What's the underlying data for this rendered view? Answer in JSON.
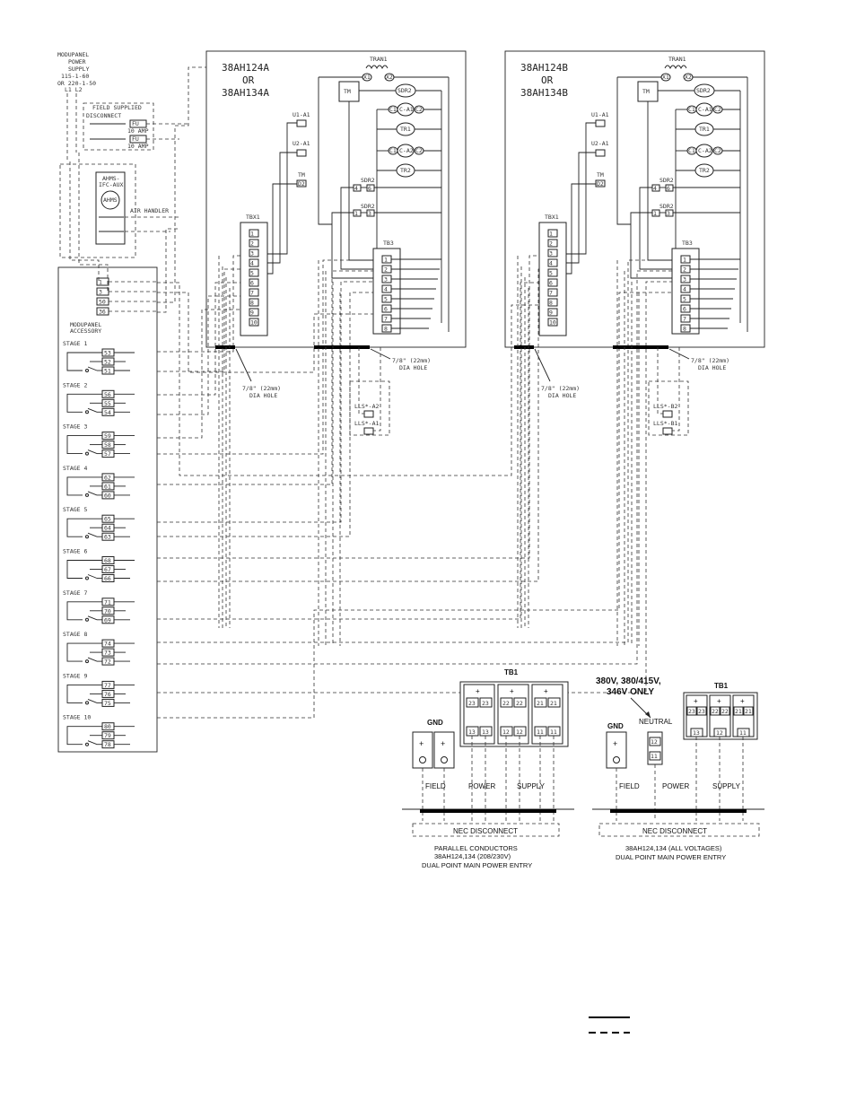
{
  "power_supply": {
    "lines": [
      "MODUPANEL",
      "POWER",
      "SUPPLY",
      "115-1-60",
      "OR 220-1-50",
      "L1  L2"
    ],
    "disconnect_label": [
      "FIELD SUPPLIED",
      "DISCONNECT"
    ],
    "fuses": [
      {
        "tag": "FU",
        "rating": "10 AMP"
      },
      {
        "tag": "FU",
        "rating": "10 AMP"
      }
    ]
  },
  "air_handler": {
    "lines": [
      "AHMS-",
      "IFC-AUX"
    ],
    "motor": "AHMS",
    "label": "AIR HANDLER"
  },
  "modupanel": {
    "top_terminals": [
      "1",
      "3",
      "50",
      "36"
    ],
    "title": [
      "MODUPANEL",
      "ACCESSORY"
    ],
    "stages": [
      {
        "label": "STAGE 1",
        "terminals": [
          "53",
          "52",
          "51"
        ]
      },
      {
        "label": "STAGE 2",
        "terminals": [
          "56",
          "55",
          "54"
        ]
      },
      {
        "label": "STAGE 3",
        "terminals": [
          "59",
          "58",
          "57"
        ]
      },
      {
        "label": "STAGE 4",
        "terminals": [
          "62",
          "61",
          "60"
        ]
      },
      {
        "label": "STAGE 5",
        "terminals": [
          "65",
          "64",
          "63"
        ]
      },
      {
        "label": "STAGE 6",
        "terminals": [
          "68",
          "67",
          "66"
        ]
      },
      {
        "label": "STAGE 7",
        "terminals": [
          "71",
          "70",
          "69"
        ]
      },
      {
        "label": "STAGE 8",
        "terminals": [
          "74",
          "73",
          "72"
        ]
      },
      {
        "label": "STAGE 9",
        "terminals": [
          "77",
          "76",
          "75"
        ]
      },
      {
        "label": "STAGE 10",
        "terminals": [
          "80",
          "79",
          "78"
        ]
      }
    ]
  },
  "units": [
    {
      "title": [
        "38AH124A",
        "OR",
        "38AH134A"
      ],
      "tran": "TRAN1",
      "x1": "X1",
      "x2": "X2",
      "tm": "TM",
      "sdr2": "SDR2",
      "tr1": "TR1",
      "tr2": "TR2",
      "ca1": "C-A1",
      "ca2": "C-A2",
      "c1": "C1",
      "c2": "C2",
      "coil_a": "U1-A1",
      "coil_b": "U2-A1",
      "tm_tag": "TM",
      "d2": "D2",
      "sdr_a": "SDR2",
      "sdr_b": "SDR2",
      "sdr_a_terms": [
        "4",
        "6"
      ],
      "sdr_b_terms": [
        "1",
        "3"
      ],
      "tbx": "TBX1",
      "tbx_terms": [
        "1",
        "2",
        "3",
        "4",
        "5",
        "6",
        "7",
        "8",
        "9",
        "10"
      ],
      "tb3": "TB3",
      "tb3_terms": [
        "1",
        "2",
        "3",
        "4",
        "5",
        "6",
        "7",
        "8"
      ],
      "hole_left": [
        "7/8\" (22mm)",
        "DIA HOLE"
      ],
      "hole_right": [
        "7/8\" (22mm)",
        "DIA HOLE"
      ],
      "lls": [
        "LLS*-A2",
        "LLS*-A1"
      ]
    },
    {
      "title": [
        "38AH124B",
        "OR",
        "38AH134B"
      ],
      "tran": "TRAN1",
      "x1": "X1",
      "x2": "X2",
      "tm": "TM",
      "sdr2": "SDR2",
      "tr1": "TR1",
      "tr2": "TR2",
      "ca1": "C-A1",
      "ca2": "C-A2",
      "c1": "C1",
      "c2": "C2",
      "coil_a": "U1-A1",
      "coil_b": "U2-A1",
      "tm_tag": "TM",
      "d2": "D2",
      "sdr_a": "SDR2",
      "sdr_b": "SDR2",
      "sdr_a_terms": [
        "4",
        "6"
      ],
      "sdr_b_terms": [
        "1",
        "3"
      ],
      "tbx": "TBX1",
      "tbx_terms": [
        "1",
        "2",
        "3",
        "4",
        "5",
        "6",
        "7",
        "8",
        "9",
        "10"
      ],
      "tb3": "TB3",
      "tb3_terms": [
        "1",
        "2",
        "3",
        "4",
        "5",
        "6",
        "7",
        "8"
      ],
      "hole_left": [
        "7/8\" (22mm)",
        "DIA HOLE"
      ],
      "hole_right": [
        "7/8\" (22mm)",
        "DIA HOLE"
      ],
      "lls": [
        "LLS*-B2",
        "LLS*-B1"
      ]
    }
  ],
  "power_left": {
    "tb1": "TB1",
    "gnd": "GND",
    "groups": [
      [
        "23",
        "23",
        "13",
        "13"
      ],
      [
        "22",
        "22",
        "12",
        "12"
      ],
      [
        "21",
        "21",
        "11",
        "11"
      ]
    ],
    "field": "FIELD",
    "power": "POWER",
    "supply": "SUPPLY",
    "nec": "NEC DISCONNECT",
    "caption": [
      "PARALLEL CONDUCTORS",
      "38AH124,134  (208/230V)",
      "DUAL POINT MAIN POWER ENTRY"
    ]
  },
  "power_right": {
    "tb1": "TB1",
    "gnd": "GND",
    "voltage_note": [
      "380V, 380/415V,",
      "346V ONLY"
    ],
    "neutral": "NEUTRAL",
    "neutral_terms": [
      "12",
      "11"
    ],
    "groups": [
      [
        "23",
        "23",
        "13"
      ],
      [
        "22",
        "22",
        "12"
      ],
      [
        "21",
        "21",
        "11"
      ]
    ],
    "field": "FIELD",
    "power": "POWER",
    "supply": "SUPPLY",
    "nec": "NEC DISCONNECT",
    "caption": [
      "38AH124,134 (ALL VOLTAGES)",
      "DUAL POINT MAIN POWER ENTRY"
    ]
  }
}
